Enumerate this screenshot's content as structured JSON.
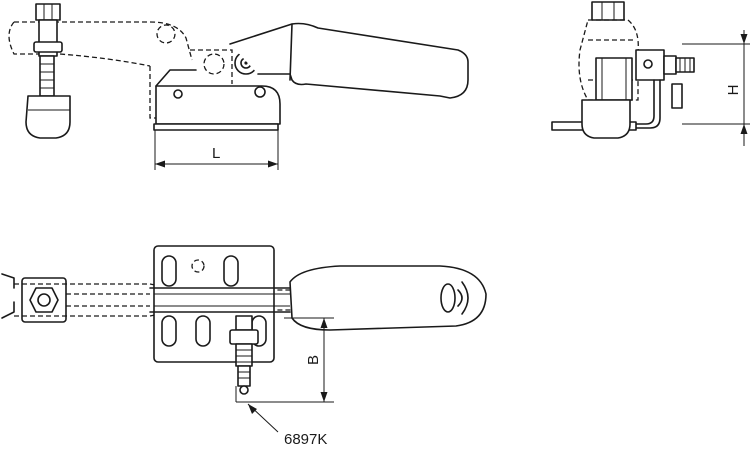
{
  "dimensions": {
    "L": "L",
    "H": "H",
    "B": "B"
  },
  "part_number": "6897K",
  "colors": {
    "line": "#1a1a1a",
    "background": "#ffffff"
  }
}
